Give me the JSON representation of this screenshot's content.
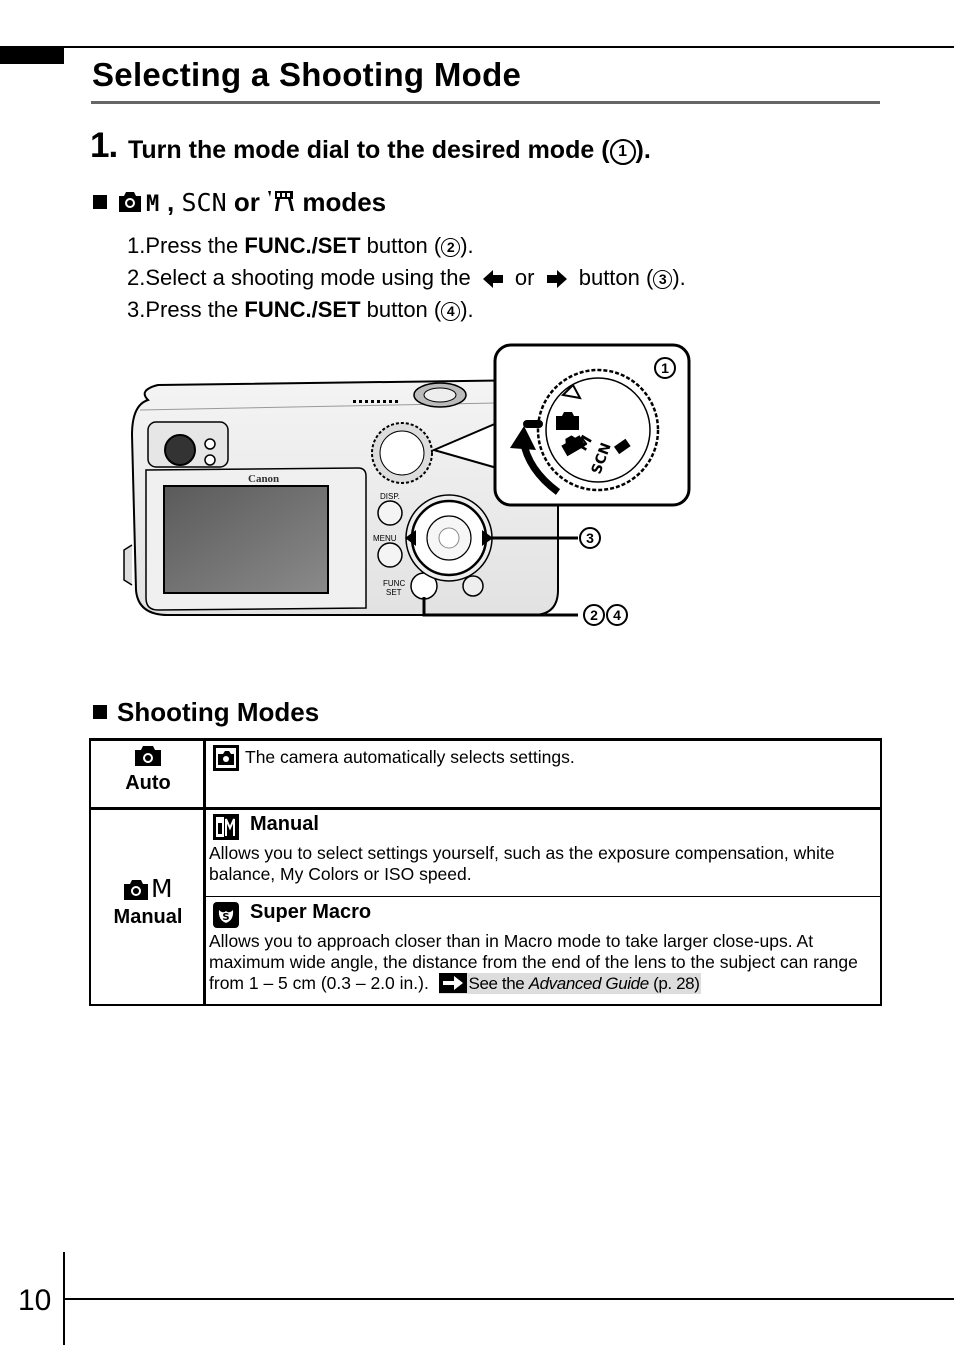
{
  "page": {
    "title": "Selecting a Shooting Mode",
    "page_number": "10"
  },
  "step": {
    "number": "1.",
    "text": "Turn the mode dial to the desired mode (",
    "callout": "1",
    "text_end": ")."
  },
  "modes_heading": {
    "sep1": ",",
    "scn": "SCN",
    "or": "or",
    "modes": "modes"
  },
  "instructions": [
    {
      "prefix": "1.Press the ",
      "bold": "FUNC./SET",
      "suffix": " button (",
      "callout": "2",
      "end": ")."
    },
    {
      "prefix": "2.Select a shooting mode using the ",
      "or": "or",
      "suffix": " button (",
      "callout": "3",
      "end": ")."
    },
    {
      "prefix": "3.Press the ",
      "bold": "FUNC./SET",
      "suffix": " button (",
      "callout": "4",
      "end": ")."
    }
  ],
  "illustration": {
    "brand": "Canon",
    "buttons": {
      "disp": "DISP.",
      "menu": "MENU",
      "func": "FUNC",
      "set": "SET"
    },
    "dial_labels": {
      "scn": "SCN",
      "m": "M"
    },
    "callouts": [
      "1",
      "2",
      "3",
      "4"
    ]
  },
  "shooting_modes": {
    "heading": "Shooting Modes",
    "rows": [
      {
        "mode": "Auto",
        "entries": [
          {
            "title": "",
            "description": "The camera automatically selects settings."
          }
        ]
      },
      {
        "mode": "Manual",
        "mode_icon_text": "M",
        "entries": [
          {
            "title": "Manual",
            "description": "Allows you to select settings yourself, such as the exposure compensation, white balance, My Colors or ISO speed."
          },
          {
            "title": "Super Macro",
            "description": "Allows you to approach closer than in Macro mode to take larger close-ups. At maximum wide angle, the distance from the end of the lens to the subject can range from 1 – 5 cm (0.3 – 2.0 in.).",
            "reference": {
              "prefix": "See the ",
              "guide": "Advanced Guide",
              "page": " (p. 28)"
            }
          }
        ]
      }
    ]
  }
}
